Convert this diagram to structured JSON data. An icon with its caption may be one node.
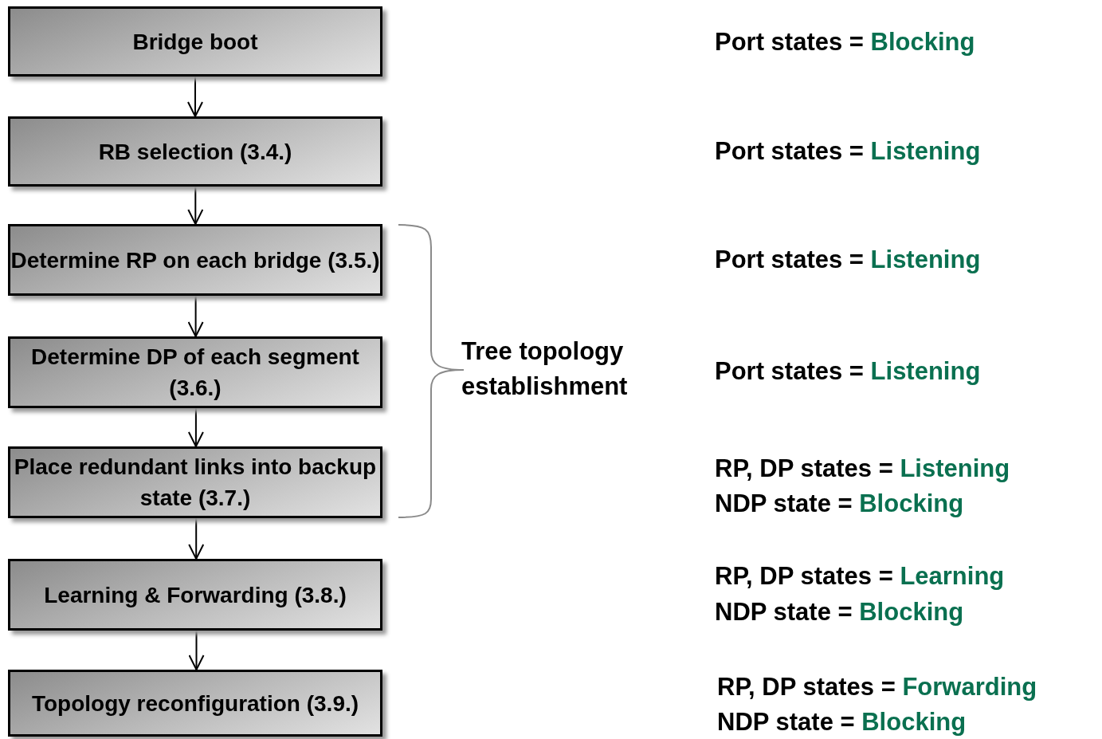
{
  "diagram": {
    "nodes": [
      {
        "text": [
          "Bridge boot"
        ]
      },
      {
        "text": [
          "RB selection (3.4.)"
        ]
      },
      {
        "text": [
          "Determine RP on each bridge (3.5.)"
        ]
      },
      {
        "text": [
          "Determine DP of each segment (3.6.)"
        ]
      },
      {
        "text": [
          "Place redundant links into backup state (3.7.)"
        ]
      },
      {
        "text": [
          "Learning & Forwarding (3.8.)"
        ]
      },
      {
        "text": [
          "Topology reconfiguration (3.9.)"
        ]
      }
    ],
    "edges": [
      {
        "from": 0,
        "to": 1,
        "arrow": "to"
      },
      {
        "from": 1,
        "to": 2,
        "arrow": "to"
      },
      {
        "from": 2,
        "to": 3,
        "arrow": "to"
      },
      {
        "from": 3,
        "to": 4,
        "arrow": "to"
      },
      {
        "from": 4,
        "to": 5,
        "arrow": "to"
      },
      {
        "from": 5,
        "to": 6,
        "arrow": "to"
      }
    ],
    "labels": [
      "Port states =",
      "Blocking",
      "Port states =",
      "Listening",
      "Port states =",
      "Listening",
      "Tree topology establishment",
      "Port states =",
      "Listening",
      "RP, DP states =",
      "Listening",
      "NDP state =",
      "Blocking",
      "RP, DP states =",
      "Learning",
      "NDP state =",
      "Blocking",
      "RP, DP states =",
      "Forwarding",
      "NDP state =",
      "Blocking"
    ]
  }
}
